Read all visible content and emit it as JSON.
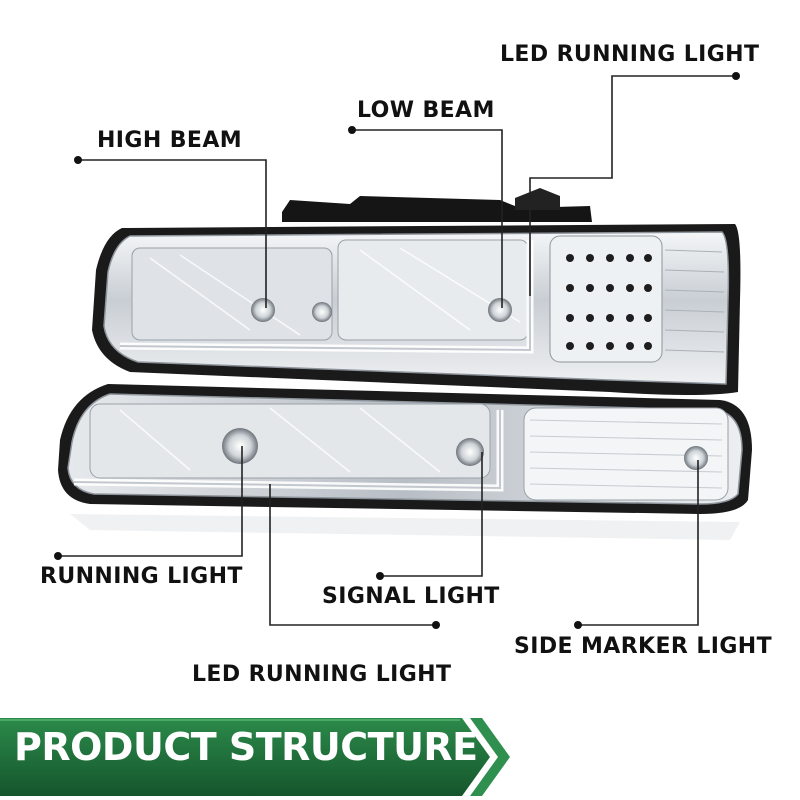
{
  "callouts": {
    "led_running_light_top": "LED RUNNING LIGHT",
    "low_beam": "LOW BEAM",
    "high_beam": "HIGH BEAM",
    "running_light": "RUNNING LIGHT",
    "signal_light": "SIGNAL LIGHT",
    "side_marker_light": "SIDE MARKER LIGHT",
    "led_running_light_bottom": "LED RUNNING LIGHT"
  },
  "banner": {
    "title": "PRODUCT STRUCTURE",
    "color": "#1f6b3a",
    "accent_color": "#2f8f4e"
  },
  "colors": {
    "lens_chrome": "#d9dde2",
    "housing_dark": "#1a1a1a",
    "leader_line": "#222222"
  }
}
